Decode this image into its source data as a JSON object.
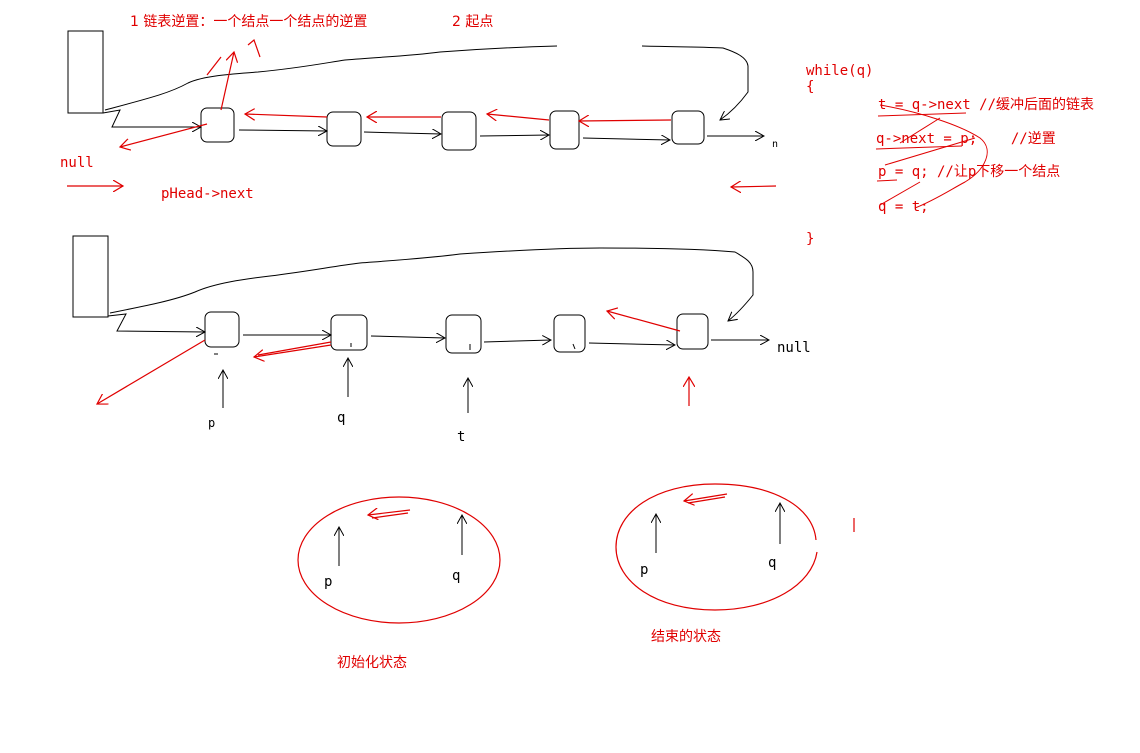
{
  "title": {
    "part1": "1 链表逆置：一个结点一个结点的逆置",
    "part2": "2 起点"
  },
  "top": {
    "null_left": "null",
    "phead_next": "pHead->next",
    "right_cut": "n"
  },
  "code": {
    "while": "while(q)",
    "open": "{",
    "line1": "t = q->next //缓冲后面的链表",
    "line2": "q->next = p;    //逆置",
    "line3": "p = q; //让p下移一个结点",
    "line4": "q = t;",
    "close": "}"
  },
  "bottom": {
    "null_right": "null",
    "ptr_p": "p",
    "ptr_q": "q",
    "ptr_t": "t"
  },
  "states": {
    "init_p": "p",
    "init_q": "q",
    "init_label": "初始化状态",
    "end_p": "p",
    "end_q": "q",
    "end_label": "结束的状态"
  },
  "colors": {
    "ink": "#000000",
    "annotation": "#e00000"
  }
}
